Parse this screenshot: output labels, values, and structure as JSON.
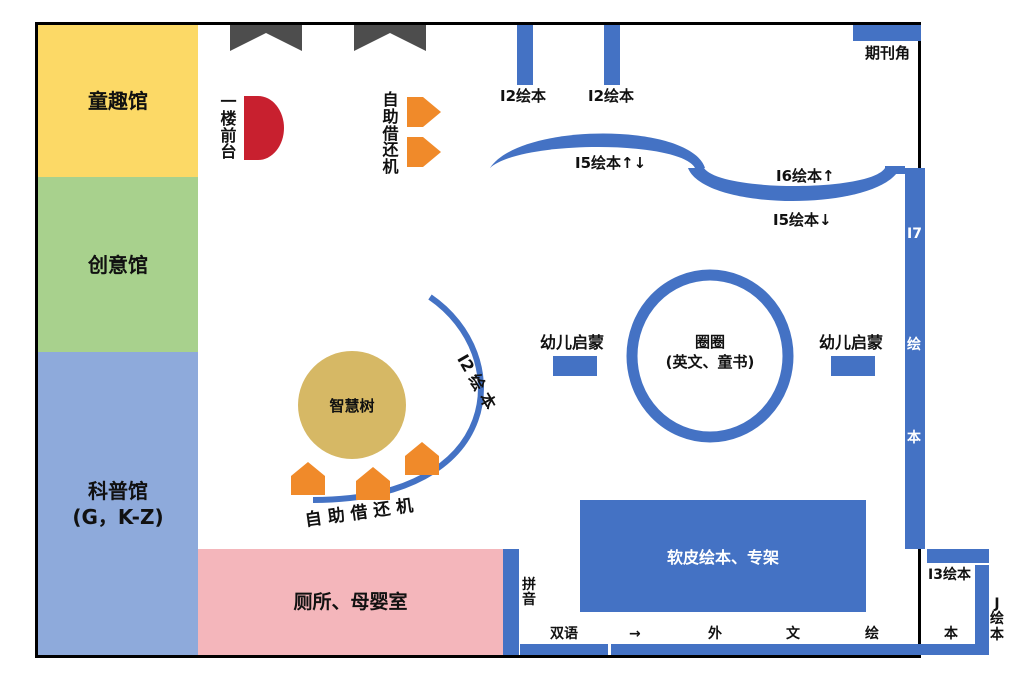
{
  "zones": {
    "tongqu": "童趣馆",
    "chuangyi": "创意馆",
    "kepu_line1": "科普馆",
    "kepu_line2": "(G，K-Z)",
    "toilet": "厕所、母婴室"
  },
  "desk": {
    "front": "一楼前台",
    "self_kiosk": "自助借还机",
    "self_kiosk_arc": "自助借还机"
  },
  "tree": "智慧树",
  "shelves": {
    "i2_a": "I2绘本",
    "i2_b": "I2绘本",
    "i2_arc": "I2 绘 本",
    "i5_top": "I5绘本↑↓",
    "i6": "I6绘本↑",
    "i5_bottom": "I5绘本↓",
    "i7": [
      "I7",
      "绘",
      "本"
    ],
    "i3": "I3绘本",
    "j_a": "J绘本",
    "magazine": "期刊角",
    "pinyin": "拼音",
    "softcover": "软皮绘本、专架",
    "bottom": [
      "双语",
      "→",
      "外",
      "文",
      "绘",
      "本"
    ]
  },
  "center": {
    "early_left": "幼儿启蒙",
    "early_right": "幼儿启蒙",
    "circle_line1": "圈圈",
    "circle_line2": "(英文、童书)"
  },
  "colors": {
    "tongqu": "#fcd966",
    "chuangyi": "#a8d18d",
    "kepu": "#8eaadb",
    "toilet": "#f4b6bb",
    "shelf": "#4472c4",
    "kiosk": "#f08a2a",
    "desk": "#c8202f",
    "tree": "#d6b865",
    "entrance": "#4d4d4d"
  }
}
